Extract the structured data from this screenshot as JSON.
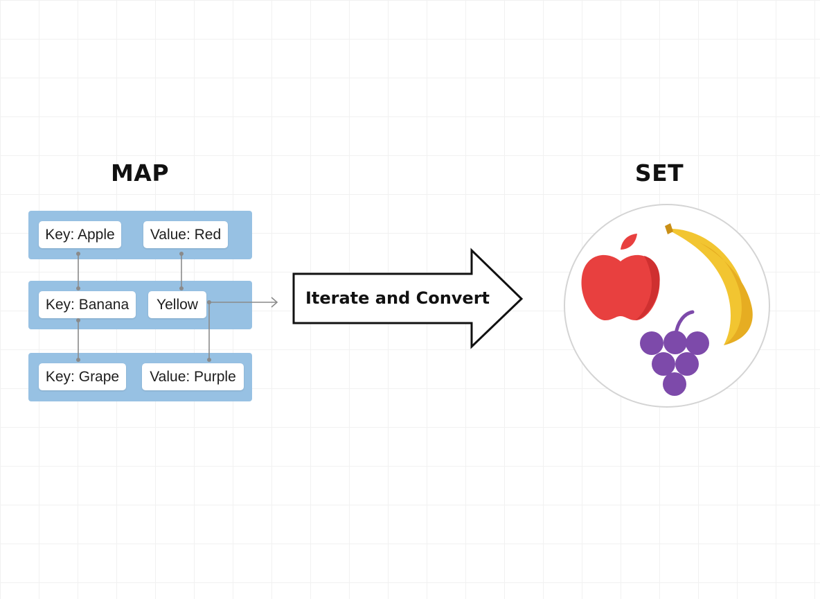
{
  "map": {
    "title": "MAP",
    "rows": [
      {
        "key_label": "Key: Apple",
        "value_label": "Value: Red"
      },
      {
        "key_label": "Key: Banana",
        "value_label": "Yellow"
      },
      {
        "key_label": "Key: Grape",
        "value_label": "Value: Purple"
      }
    ]
  },
  "arrow": {
    "label": "Iterate and Convert"
  },
  "set": {
    "title": "SET",
    "items": [
      {
        "icon": "apple-icon",
        "color": "#e8403f"
      },
      {
        "icon": "banana-icon",
        "color": "#f2c531"
      },
      {
        "icon": "grapes-icon",
        "color": "#7d4aaa"
      }
    ]
  },
  "colors": {
    "map_row": "#97c1e3",
    "connector": "#8a8a8a",
    "arrow_stroke": "#111111"
  }
}
